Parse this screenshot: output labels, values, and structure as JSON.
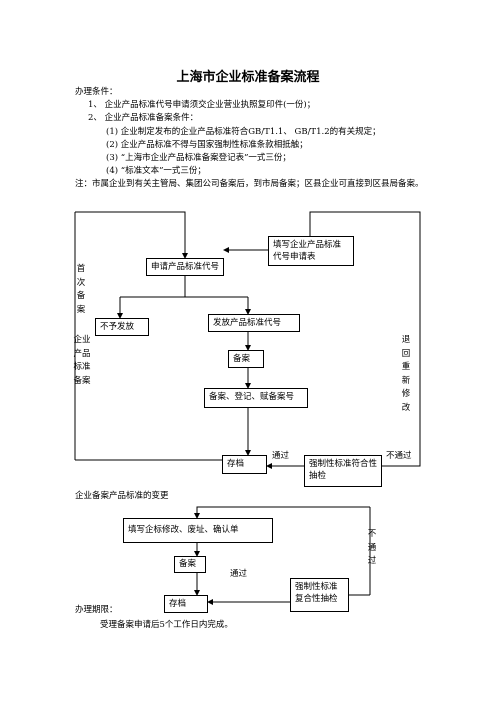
{
  "title": "上海市企业标准备案流程",
  "conditions": {
    "heading": "办理条件：",
    "items": [
      "1、 企业产品标准代号申请须交企业营业执照复印件(一份)；",
      "2、 企业产品标准备案条件："
    ],
    "subitems": [
      "(1)  企业制定发布的企业产品标准符合GB/T1.1、 GB/T1.2的有关规定；",
      "(2)  企业产品标准不得与国家强制性标准条款相抵触；",
      "(3)  “上海市企业产品标准备案登记表”一式三份；",
      "(4)  “标准文本”一式三份；"
    ],
    "note": "注：市属企业到有关主管局、集团公司备案后，到市局备案；区县企业可直接到区县局备案。"
  },
  "flow1": {
    "box_apply_form": "填写企业产品标准代号申请表",
    "box_apply_code": "申请产品标准代号",
    "box_reject": "不予发放",
    "box_issue_code": "发放产品标准代号",
    "box_record": "备案",
    "box_register": "备案、登记、赋备案号",
    "box_archive": "存档",
    "box_inspection": "强制性标准符合性抽检",
    "label_first_record": "首次备案",
    "label_enterprise_record": "企业产品标准备案",
    "label_return_revise": "退回重新修改",
    "label_pass": "通过",
    "label_fail": "不通过"
  },
  "flow2": {
    "heading": "企业备案产品标准的变更",
    "box_fill_form": "填写企标修改、废址、确认单",
    "box_record": "备案",
    "box_archive": "存档",
    "box_inspection": "强制性标准复合性抽检",
    "label_pass": "通过",
    "label_fail": "不通过"
  },
  "period": {
    "heading": "办理期限：",
    "text": "受理备案申请后5个工作日内完成。"
  }
}
